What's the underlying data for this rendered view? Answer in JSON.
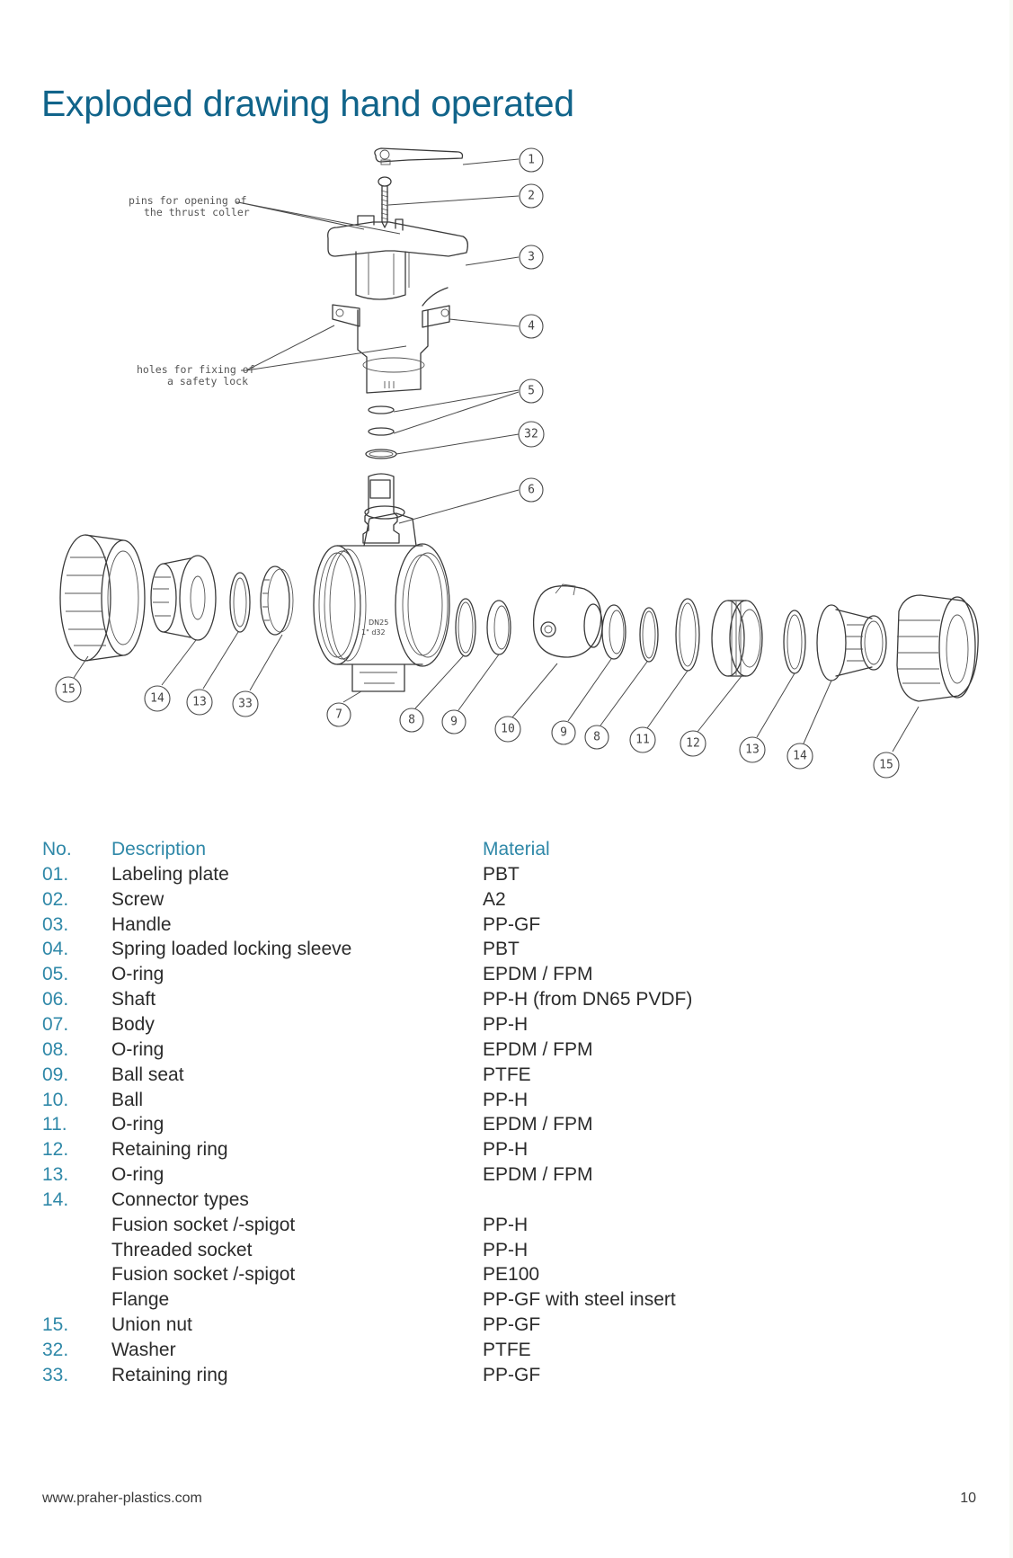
{
  "page": {
    "title": "Exploded drawing hand operated",
    "footer_url": "www.praher-plastics.com",
    "page_number": "10",
    "accent_color": "#2f88a8",
    "title_color": "#11648a"
  },
  "drawing": {
    "annotations": {
      "pins_line1": "pins for opening of",
      "pins_line2": "the thrust coller",
      "holes_line1": "holes for fixing of",
      "holes_line2": "a safety lock"
    },
    "body_engraving": {
      "line1": "DN25",
      "line2": "1\"  d32"
    },
    "callouts": [
      {
        "id": "c1",
        "label": "1"
      },
      {
        "id": "c2",
        "label": "2"
      },
      {
        "id": "c3",
        "label": "3"
      },
      {
        "id": "c4",
        "label": "4"
      },
      {
        "id": "c5",
        "label": "5"
      },
      {
        "id": "c32",
        "label": "32"
      },
      {
        "id": "c6",
        "label": "6"
      },
      {
        "id": "c15l",
        "label": "15"
      },
      {
        "id": "c14l",
        "label": "14"
      },
      {
        "id": "c13l",
        "label": "13"
      },
      {
        "id": "c33",
        "label": "33"
      },
      {
        "id": "c7",
        "label": "7"
      },
      {
        "id": "c8l",
        "label": "8"
      },
      {
        "id": "c9l",
        "label": "9"
      },
      {
        "id": "c10",
        "label": "10"
      },
      {
        "id": "c9r",
        "label": "9"
      },
      {
        "id": "c8r",
        "label": "8"
      },
      {
        "id": "c11",
        "label": "11"
      },
      {
        "id": "c12",
        "label": "12"
      },
      {
        "id": "c13r",
        "label": "13"
      },
      {
        "id": "c14r",
        "label": "14"
      },
      {
        "id": "c15r",
        "label": "15"
      }
    ]
  },
  "table": {
    "headers": {
      "no": "No.",
      "description": "Description",
      "material": "Material"
    },
    "rows": [
      {
        "no": "01.",
        "description": "Labeling plate",
        "material": "PBT"
      },
      {
        "no": "02.",
        "description": "Screw",
        "material": "A2"
      },
      {
        "no": "03.",
        "description": "Handle",
        "material": "PP-GF"
      },
      {
        "no": "04.",
        "description": "Spring loaded locking sleeve",
        "material": "PBT"
      },
      {
        "no": "05.",
        "description": "O-ring",
        "material": "EPDM / FPM"
      },
      {
        "no": "06.",
        "description": "Shaft",
        "material": "PP-H (from DN65 PVDF)"
      },
      {
        "no": "07.",
        "description": "Body",
        "material": "PP-H"
      },
      {
        "no": "08.",
        "description": "O-ring",
        "material": "EPDM / FPM"
      },
      {
        "no": "09.",
        "description": "Ball seat",
        "material": "PTFE"
      },
      {
        "no": "10.",
        "description": "Ball",
        "material": "PP-H"
      },
      {
        "no": "11.",
        "description": "O-ring",
        "material": "EPDM / FPM"
      },
      {
        "no": "12.",
        "description": "Retaining ring",
        "material": "PP-H"
      },
      {
        "no": "13.",
        "description": "O-ring",
        "material": "EPDM / FPM"
      },
      {
        "no": "14.",
        "description": "Connector types",
        "material": ""
      },
      {
        "no": "",
        "description": "Fusion socket /-spigot",
        "material": "PP-H"
      },
      {
        "no": "",
        "description": "Threaded socket",
        "material": "PP-H"
      },
      {
        "no": "",
        "description": "Fusion socket /-spigot",
        "material": "PE100"
      },
      {
        "no": "",
        "description": "Flange",
        "material": "PP-GF with steel insert"
      },
      {
        "no": "15.",
        "description": "Union nut",
        "material": "PP-GF"
      },
      {
        "no": "32.",
        "description": "Washer",
        "material": "PTFE"
      },
      {
        "no": "33.",
        "description": "Retaining ring",
        "material": "PP-GF"
      }
    ]
  }
}
